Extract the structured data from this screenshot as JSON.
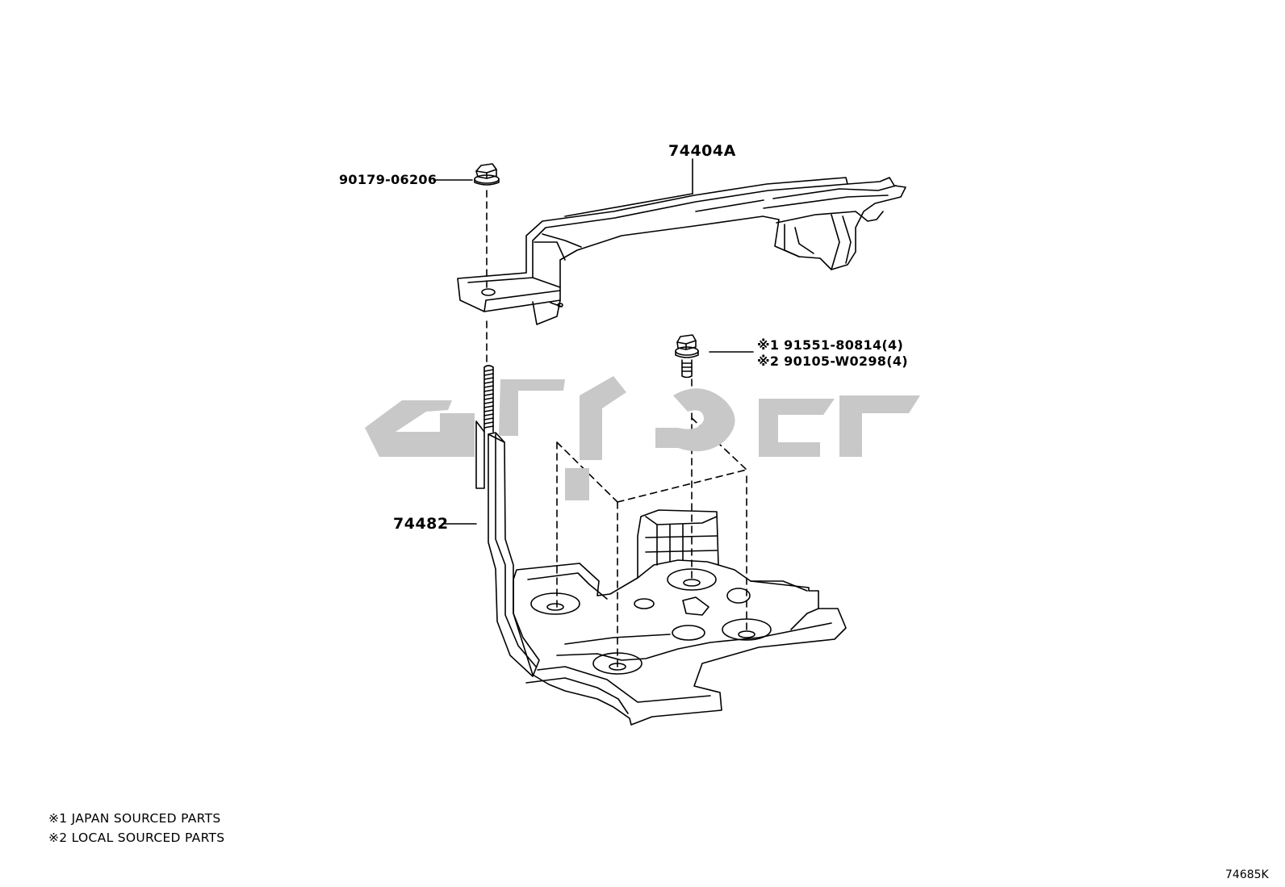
{
  "parts": {
    "nut": "90179-06206",
    "hold_down_clamp": "74404A",
    "hold_down_bolt": "74482",
    "tray_bolt_line1": "※1  91551-80814(4)",
    "tray_bolt_line2": "※2  90105-W0298(4)"
  },
  "notes": {
    "line1": "※1 JAPAN SOURCED PARTS",
    "line2": "※2 LOCAL SOURCED PARTS"
  },
  "illustration_code": "74685K",
  "colors": {
    "line": "#000000",
    "watermark": "#c8c8c8",
    "background": "#ffffff"
  }
}
